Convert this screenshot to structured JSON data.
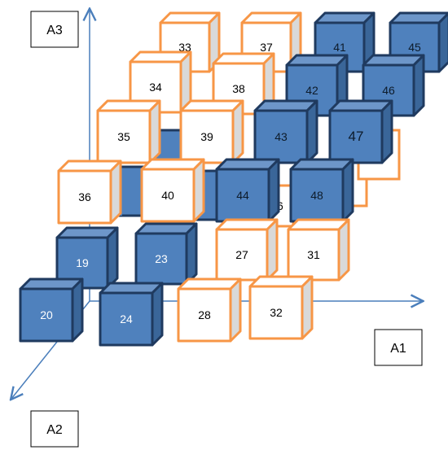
{
  "axes": {
    "a1_label": "A1",
    "a2_label": "A2",
    "a3_label": "A3",
    "axis_color": "#4a7ebb"
  },
  "colors": {
    "blue_face": "#4f81bd",
    "blue_side": "#3a6699",
    "blue_top": "#6d96c9",
    "blue_edge": "#1f3a5f",
    "orange_edge": "#f79646",
    "white_face": "#ffffff",
    "white_side": "#d9d9d9",
    "white_top": "#ffffff"
  },
  "cubes": [
    {
      "id": "33",
      "label": "33",
      "color": "white"
    },
    {
      "id": "37",
      "label": "37",
      "color": "white"
    },
    {
      "id": "41",
      "label": "41",
      "color": "blue"
    },
    {
      "id": "45",
      "label": "45",
      "color": "blue"
    },
    {
      "id": "34",
      "label": "34",
      "color": "white"
    },
    {
      "id": "38",
      "label": "38",
      "color": "white"
    },
    {
      "id": "42",
      "label": "42",
      "color": "blue"
    },
    {
      "id": "46",
      "label": "46",
      "color": "blue"
    },
    {
      "id": "35",
      "label": "35",
      "color": "white"
    },
    {
      "id": "39",
      "label": "39",
      "color": "white"
    },
    {
      "id": "43",
      "label": "43",
      "color": "blue"
    },
    {
      "id": "47",
      "label": "47",
      "color": "blue"
    },
    {
      "id": "36",
      "label": "36",
      "color": "white"
    },
    {
      "id": "40",
      "label": "40",
      "color": "white"
    },
    {
      "id": "44",
      "label": "44",
      "color": "blue"
    },
    {
      "id": "48",
      "label": "48",
      "color": "blue"
    },
    {
      "id": "19",
      "label": "19",
      "color": "blue"
    },
    {
      "id": "23",
      "label": "23",
      "color": "blue"
    },
    {
      "id": "27",
      "label": "27",
      "color": "white"
    },
    {
      "id": "31",
      "label": "31",
      "color": "white"
    },
    {
      "id": "20",
      "label": "20",
      "color": "blue"
    },
    {
      "id": "24",
      "label": "24",
      "color": "blue"
    },
    {
      "id": "28",
      "label": "28",
      "color": "white"
    },
    {
      "id": "32",
      "label": "32",
      "color": "white"
    }
  ]
}
